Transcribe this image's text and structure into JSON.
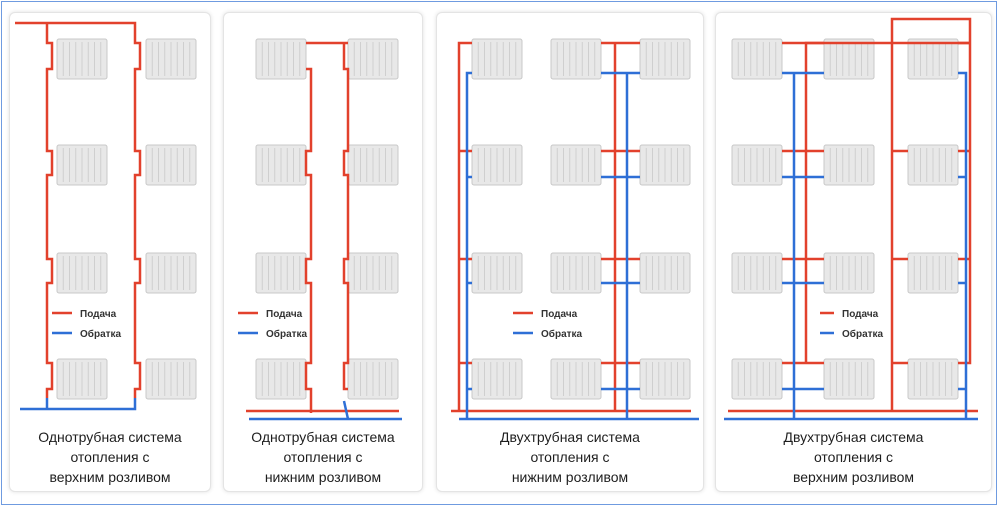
{
  "colors": {
    "supply": "#e2412c",
    "return": "#2e6fd6",
    "frame": "#6f9be0",
    "radiator": "#e6e6e6"
  },
  "legend": {
    "supply_label": "Подача",
    "return_label": "Обратка"
  },
  "panels": [
    {
      "caption": [
        "Однотрубная система",
        "отопления с",
        "верхним розливом"
      ]
    },
    {
      "caption": [
        "Однотрубная система",
        "отопления с",
        "нижним розливом"
      ]
    },
    {
      "caption": [
        "Двухтрубная система",
        "отопления с",
        "нижним розливом"
      ]
    },
    {
      "caption": [
        "Двухтрубная система",
        "отопления с",
        "верхним розливом"
      ]
    }
  ]
}
